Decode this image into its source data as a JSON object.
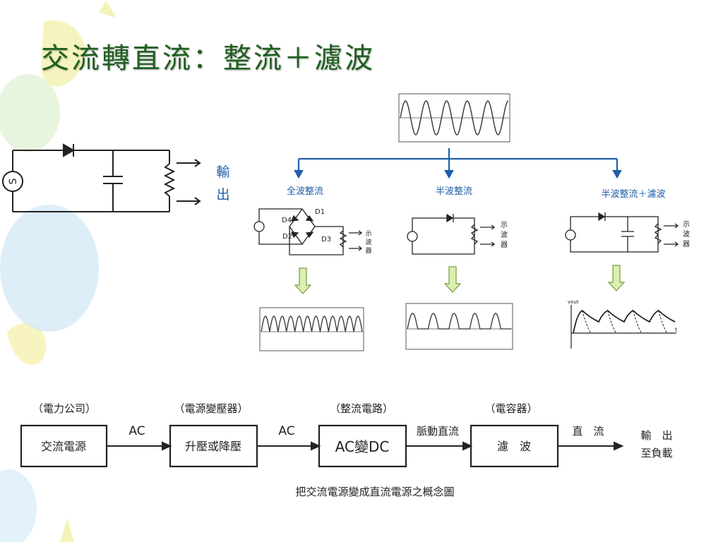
{
  "slide": {
    "title": "交流轉直流：整流＋濾波",
    "colors": {
      "title": "#1f5f1f",
      "branch_line": "#1e5fa8",
      "arrow_fill": "#d9f0b0",
      "balloon": "#cfe7f7",
      "leaf": "#f3f0a8"
    }
  },
  "top_left_circuit": {
    "source_symbol": "S",
    "output_label": [
      "輸",
      "出"
    ]
  },
  "branches": [
    {
      "label": "全波整流",
      "circuit": {
        "diodes": [
          "D1",
          "D2",
          "D3",
          "D4"
        ],
        "scope_label": [
          "示",
          "波",
          "器"
        ]
      }
    },
    {
      "label": "半波整流",
      "circuit": {
        "scope_label": [
          "示",
          "波",
          "器"
        ]
      }
    },
    {
      "label": "半波整流＋濾波",
      "circuit": {
        "scope_label": [
          "示",
          "波",
          "器"
        ]
      },
      "graph_labels": {
        "y": "vout",
        "x": "t"
      }
    }
  ],
  "flow": {
    "blocks": [
      {
        "caption": "（電力公司）",
        "text": "交流電源"
      },
      {
        "caption": "（電源變壓器）",
        "text": "升壓或降壓"
      },
      {
        "caption": "（整流電路）",
        "text": "AC變DC"
      },
      {
        "caption": "（電容器）",
        "text": "濾　波"
      }
    ],
    "arrows": [
      "AC",
      "AC",
      "脈動直流",
      "直　流"
    ],
    "output": [
      "輸　出",
      "至負載"
    ],
    "caption": "把交流電源變成直流電源之概念圖"
  }
}
